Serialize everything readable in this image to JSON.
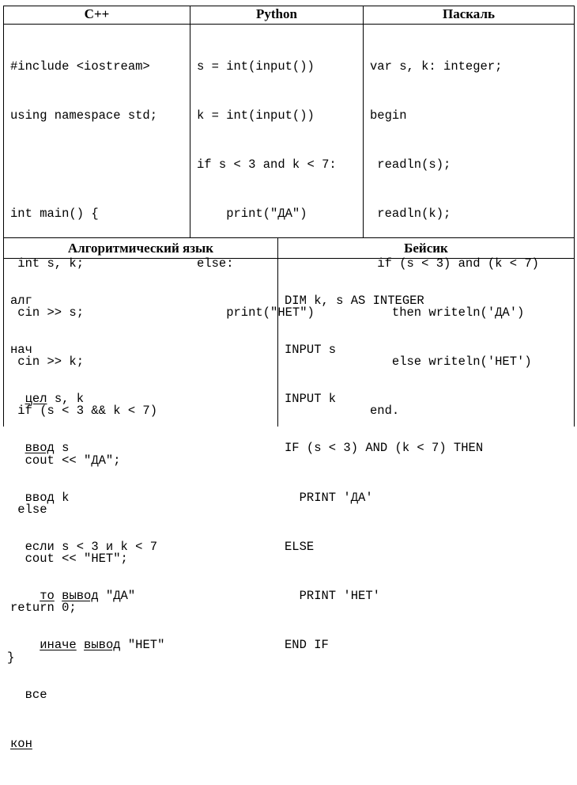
{
  "table": {
    "headers": {
      "cpp": "C++",
      "python": "Python",
      "pascal": "Паскаль",
      "algorithmic": "Алгоритмический язык",
      "basic": "Бейсик"
    },
    "cpp_code": [
      "#include <iostream>",
      "using namespace std;",
      "",
      "int main() {",
      " int s, k;",
      " cin >> s;",
      " cin >> k;",
      " if (s < 3 && k < 7)",
      "  cout << \"ДА\";",
      " else",
      "  cout << \"НЕТ\";",
      "return 0;",
      "}"
    ],
    "python_code": [
      "s = int(input())",
      "k = int(input())",
      "if s < 3 and k < 7:",
      "    print(\"ДА\")",
      "else:",
      "    print(\"НЕТ\")"
    ],
    "pascal_code": [
      "var s, k: integer;",
      "begin",
      " readln(s);",
      " readln(k);",
      " if (s < 3) and (k < 7)",
      "   then writeln('ДА')",
      "   else writeln('НЕТ')",
      "end."
    ],
    "algorithmic_code": {
      "l1": "алг",
      "l2": "нач",
      "l3_kw": "цел",
      "l3_rest": " s, k",
      "l4_kw": "ввод",
      "l4_rest": " s",
      "l5_kw": "ввод",
      "l5_rest": " k",
      "l6": "  если s < 3 и k < 7",
      "l7_kw1": "то",
      "l7_sp": " ",
      "l7_kw2": "вывод",
      "l7_rest": " \"ДА\"",
      "l8_kw1": "иначе",
      "l8_sp": " ",
      "l8_kw2": "вывод",
      "l8_rest": " \"НЕТ\"",
      "l9": "  все",
      "l10": "кон"
    },
    "basic_code": [
      "DIM k, s AS INTEGER",
      "INPUT s",
      "INPUT k",
      "IF (s < 3) AND (k < 7) THEN",
      "  PRINT 'ДА'",
      "ELSE",
      "  PRINT 'НЕТ'",
      "END IF"
    ]
  }
}
